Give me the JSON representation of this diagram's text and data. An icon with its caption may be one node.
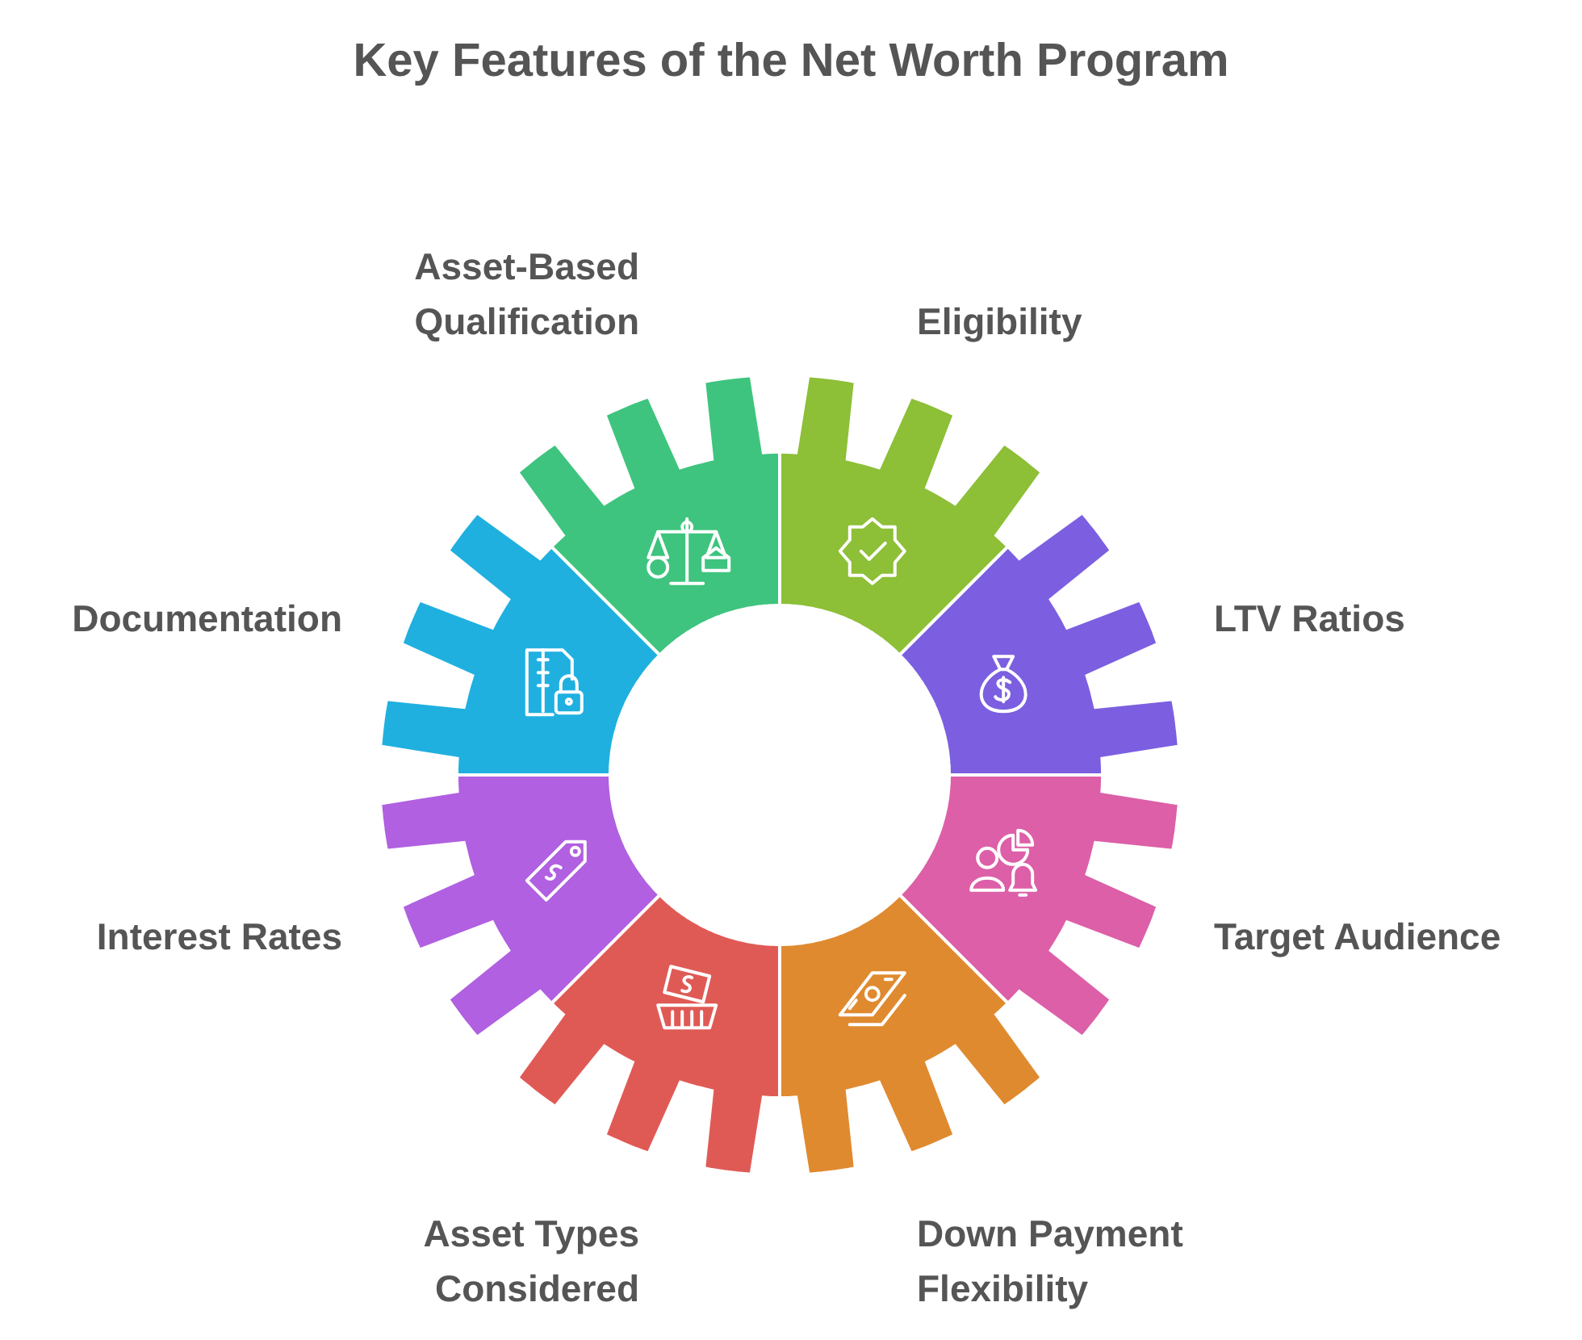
{
  "diagram": {
    "title": "Key Features of the Net Worth Program",
    "nodes": [
      {
        "text": [
          "Eligibility"
        ]
      },
      {
        "text": [
          "LTV Ratios"
        ]
      },
      {
        "text": [
          "Target Audience"
        ]
      },
      {
        "text": [
          "Down Payment Flexibility"
        ]
      },
      {
        "text": [
          "Asset Types Considered"
        ]
      },
      {
        "text": [
          "Interest Rates"
        ]
      },
      {
        "text": [
          "Documentation"
        ]
      },
      {
        "text": [
          "Asset-Based Qualification"
        ]
      }
    ]
  }
}
